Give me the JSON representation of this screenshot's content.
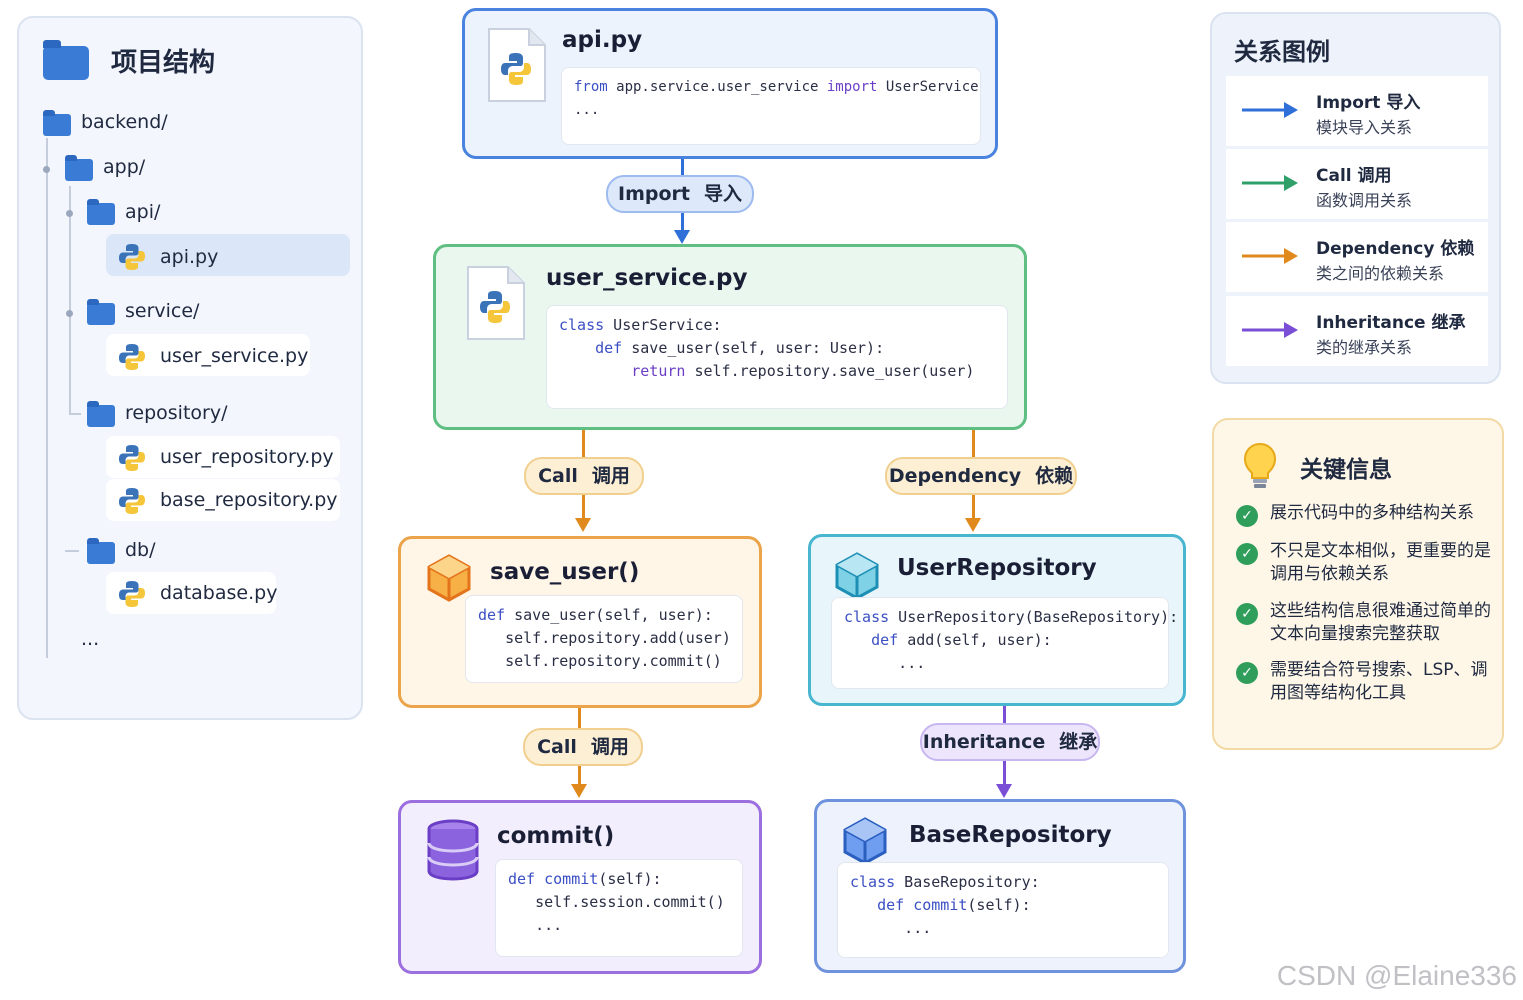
{
  "tree": {
    "title": "项目结构",
    "items": [
      {
        "label": "backend/"
      },
      {
        "label": "app/"
      },
      {
        "label": "api/"
      },
      {
        "label": "api.py"
      },
      {
        "label": "service/"
      },
      {
        "label": "user_service.py"
      },
      {
        "label": "repository/"
      },
      {
        "label": "user_repository.py"
      },
      {
        "label": "base_repository.py"
      },
      {
        "label": "db/"
      },
      {
        "label": "database.py"
      },
      {
        "label": "..."
      }
    ]
  },
  "nodes": {
    "api": {
      "title": "api.py",
      "code": [
        "from",
        " app.service.user_service ",
        "import",
        " UserService",
        "..."
      ]
    },
    "user_service": {
      "title": "user_service.py"
    },
    "save_user": {
      "title": "save_user()"
    },
    "user_repository": {
      "title": "UserRepository"
    },
    "commit": {
      "title": "commit()"
    },
    "base_repository": {
      "title": "BaseRepository"
    }
  },
  "edges": {
    "import": {
      "en": "Import",
      "cn": "导入"
    },
    "call1": {
      "en": "Call",
      "cn": "调用"
    },
    "dependency": {
      "en": "Dependency",
      "cn": "依赖"
    },
    "call2": {
      "en": "Call",
      "cn": "调用"
    },
    "inheritance": {
      "en": "Inheritance",
      "cn": "继承"
    }
  },
  "legend": {
    "title": "关系图例",
    "items": [
      {
        "name": "Import   导入",
        "desc": "模块导入关系",
        "color": "#2f6fd8"
      },
      {
        "name": "Call   调用",
        "desc": "函数调用关系",
        "color": "#2fa06a"
      },
      {
        "name": "Dependency  依赖",
        "desc": "类之间的依赖关系",
        "color": "#e08a1e"
      },
      {
        "name": "Inheritance   继承",
        "desc": "类的继承关系",
        "color": "#7a4fd6"
      }
    ]
  },
  "key_info": {
    "title": "关键信息",
    "items": [
      "展示代码中的多种结构关系",
      "不只是文本相似，更重要的是调用与依赖关系",
      "这些结构信息很难通过简单的文本向量搜索完整获取",
      "需要结合符号搜索、LSP、调用图等结构化工具"
    ]
  },
  "watermark": "CSDN @Elaine336"
}
